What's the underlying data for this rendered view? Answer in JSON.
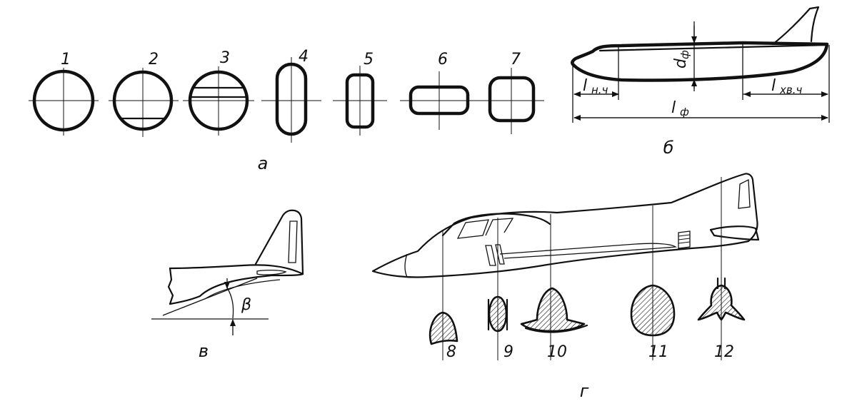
{
  "panels": {
    "a": {
      "label": "а",
      "sections": [
        {
          "num": "1",
          "shape": "circle"
        },
        {
          "num": "2",
          "shape": "circle-flat-bottom"
        },
        {
          "num": "3",
          "shape": "circle-double-line"
        },
        {
          "num": "4",
          "shape": "vertical-oval"
        },
        {
          "num": "5",
          "shape": "vertical-rounded-rect"
        },
        {
          "num": "6",
          "shape": "horizontal-rounded-rect"
        },
        {
          "num": "7",
          "shape": "rounded-square"
        }
      ]
    },
    "b": {
      "label": "б",
      "dims": {
        "nose": "l",
        "nose_sub": "н.ч",
        "diam": "d",
        "diam_sub": "ф",
        "tail": "l",
        "tail_sub": "хв.ч",
        "total": "l",
        "total_sub": "ф"
      }
    },
    "v": {
      "label": "в",
      "angle": "β"
    },
    "g": {
      "label": "г",
      "sections": [
        {
          "num": "8"
        },
        {
          "num": "9"
        },
        {
          "num": "10"
        },
        {
          "num": "11"
        },
        {
          "num": "12"
        }
      ]
    }
  }
}
